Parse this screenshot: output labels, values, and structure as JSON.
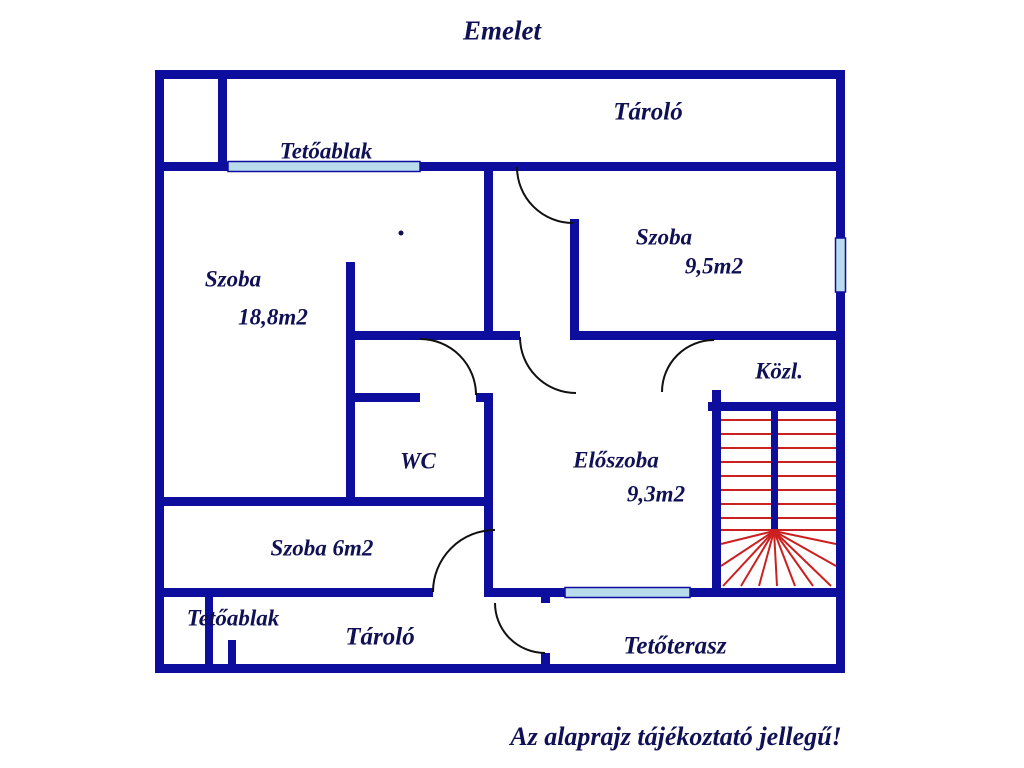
{
  "title": "Emelet",
  "footer": "Az alaprajz tájékoztató jellegű!",
  "colors": {
    "background": "#ffffff",
    "wall": "#0d0d9e",
    "text": "#101055",
    "stairs": "#cc2020",
    "window_fill": "#b8dcec",
    "door_arc": "#111111"
  },
  "labels": {
    "storage_top": "Tároló",
    "roof_window_top": "Tetőablak",
    "room_left_name": "Szoba",
    "room_left_area": "18,8m2",
    "room_topright_name": "Szoba",
    "room_topright_area": "9,5m2",
    "corridor": "Közl.",
    "wc": "WC",
    "hall_name": "Előszoba",
    "hall_area": "9,3m2",
    "room_bottom": "Szoba 6m2",
    "roof_window_bottom": "Tetőablak",
    "storage_bottom": "Tároló",
    "roof_terrace": "Tetőterasz"
  },
  "icons": {
    "windows": [
      "roof-window-strip-top",
      "window-strip-right",
      "window-strip-bottom"
    ],
    "staircase": "u-shaped-stair-with-winders"
  }
}
